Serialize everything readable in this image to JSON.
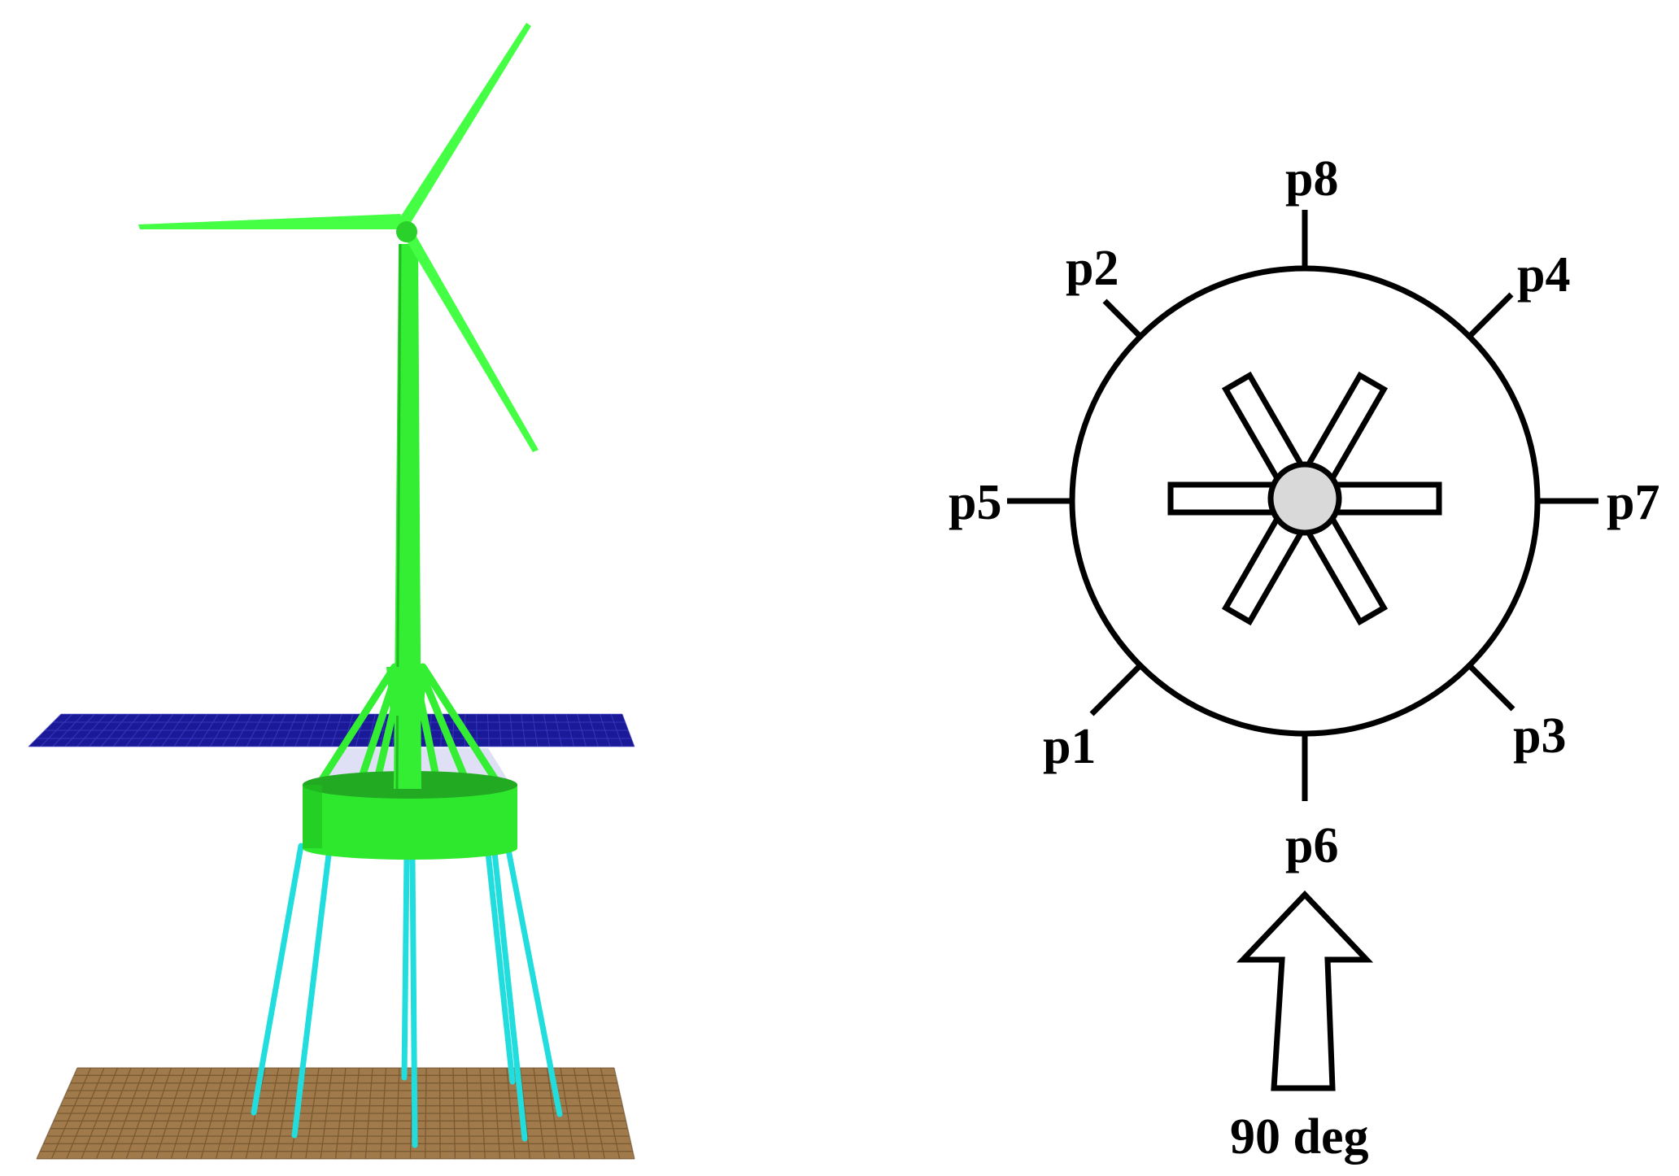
{
  "colors": {
    "turbine": "#33ff33",
    "turbine_dark": "#22cc22",
    "tendon": "#22dddd",
    "water_surface": "#1a1a99",
    "seabed": "#a07a4a",
    "seabed_grid": "#5a4020",
    "hub": "#d9d9d9",
    "line": "#000000"
  },
  "diagram": {
    "points": [
      {
        "id": "p1",
        "label": "p1"
      },
      {
        "id": "p2",
        "label": "p2"
      },
      {
        "id": "p3",
        "label": "p3"
      },
      {
        "id": "p4",
        "label": "p4"
      },
      {
        "id": "p5",
        "label": "p5"
      },
      {
        "id": "p6",
        "label": "p6"
      },
      {
        "id": "p7",
        "label": "p7"
      },
      {
        "id": "p8",
        "label": "p8"
      }
    ],
    "direction_label": "90 deg"
  }
}
